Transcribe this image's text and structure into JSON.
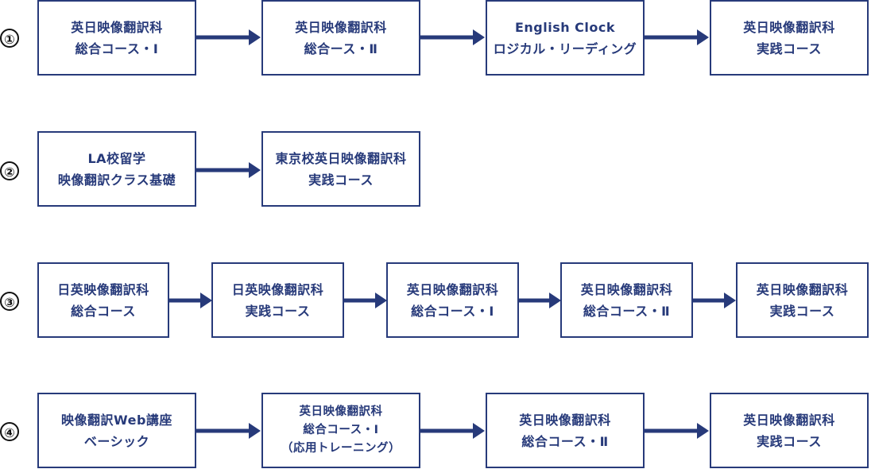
{
  "rows": [
    {
      "number": "①",
      "boxes": [
        [
          "英日映像翻訳科",
          "総合コース・Ⅰ"
        ],
        [
          "英日映像翻訳科",
          "総合ース・Ⅱ"
        ],
        [
          "English Clock",
          "ロジカル・リーディング"
        ],
        [
          "英日映像翻訳科",
          "実践コース"
        ]
      ]
    },
    {
      "number": "②",
      "boxes": [
        [
          "LA校留学",
          "映像翻訳クラス基礎"
        ],
        [
          "東京校英日映像翻訳科",
          "実践コース"
        ]
      ]
    },
    {
      "number": "③",
      "boxes": [
        [
          "日英映像翻訳科",
          "総合コース"
        ],
        [
          "日英映像翻訳科",
          "実践コース"
        ],
        [
          "英日映像翻訳科",
          "総合コース・Ⅰ"
        ],
        [
          "英日映像翻訳科",
          "総合コース・Ⅱ"
        ],
        [
          "英日映像翻訳科",
          "実践コース"
        ]
      ]
    },
    {
      "number": "④",
      "boxes": [
        [
          "映像翻訳Web講座",
          "ベーシック"
        ],
        [
          "英日映像翻訳科",
          "総合コース・Ⅰ",
          "（応用トレーニング）"
        ],
        [
          "英日映像翻訳科",
          "総合コース・Ⅱ"
        ],
        [
          "英日映像翻訳科",
          "実践コース"
        ]
      ]
    }
  ],
  "colors": {
    "box_border": "#273a7a",
    "text": "#273a7a",
    "arrow": "#273a7a",
    "number": "#111111"
  }
}
